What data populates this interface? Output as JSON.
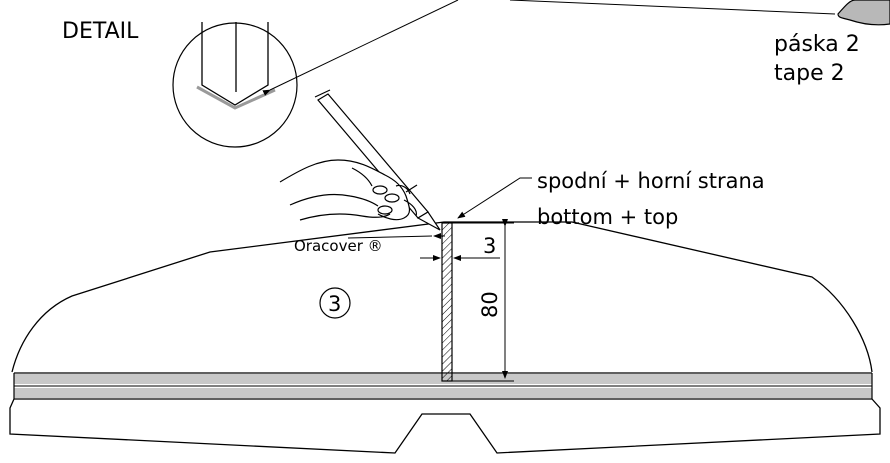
{
  "labels": {
    "detail": "DETAIL",
    "tape_cs": "páska 2",
    "tape_en": "tape 2",
    "side_cs": "spodní + horní strana",
    "side_en": "bottom + top",
    "material": "Oracover ®",
    "part_number": "3",
    "dim_width": "3",
    "dim_height": "80"
  },
  "colors": {
    "ink": "#000000",
    "paper": "#ffffff",
    "stripe": "#c8c8c8",
    "marker_line": "#9a9a9a",
    "tape_fill": "#b8b8b8"
  }
}
